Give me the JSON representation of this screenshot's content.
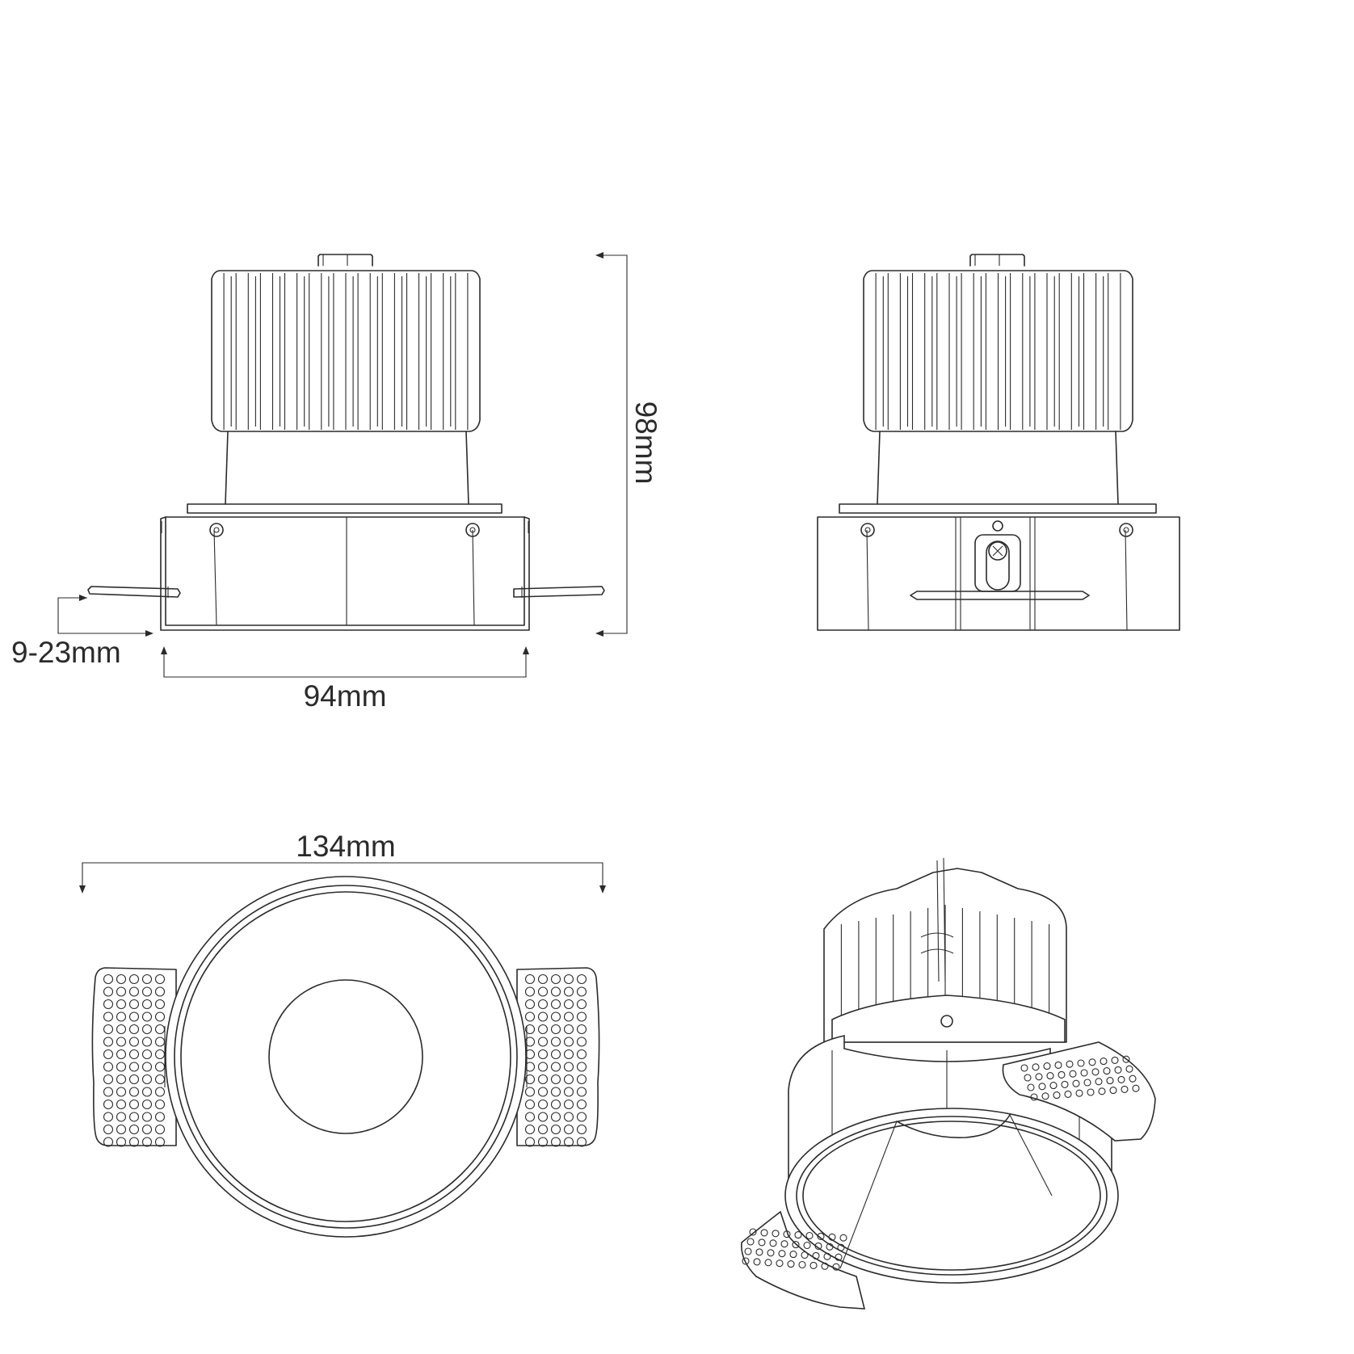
{
  "dimensions": {
    "height": "98mm",
    "recess": "9-23mm",
    "cutout": "94mm",
    "overall": "134mm"
  },
  "colors": {
    "line": "#2b2b2b",
    "background": "#ffffff"
  }
}
